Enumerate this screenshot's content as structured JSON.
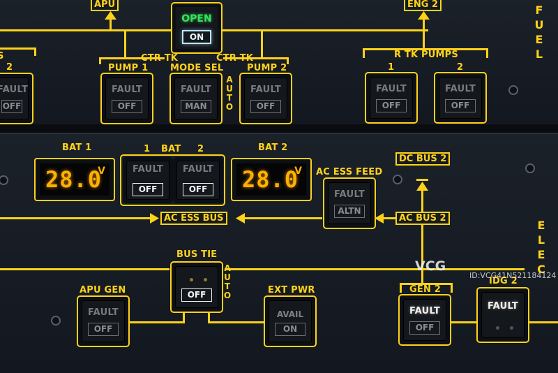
{
  "fuel": {
    "section_label": "FUEL",
    "apu_label": "APU",
    "eng2_label": "ENG 2",
    "left_cut_label": "S",
    "left_cut_num": "2",
    "ctr_tk_left": "CTR TK",
    "ctr_tk_right": "CTR TK",
    "xfeed": {
      "open": "OPEN",
      "on": "ON"
    },
    "pump1": {
      "label": "PUMP 1",
      "fault": "FAULT",
      "off": "OFF"
    },
    "mode_sel": {
      "label": "MODE SEL",
      "fault": "FAULT",
      "man": "MAN",
      "auto": "AUTO"
    },
    "pump2": {
      "label": "PUMP 2",
      "fault": "FAULT",
      "off": "OFF"
    },
    "left_cut_pb": {
      "fault": "FAULT",
      "off": "OFF"
    },
    "r_tk_pumps": {
      "label": "R TK PUMPS",
      "num1": "1",
      "num2": "2",
      "pb1": {
        "fault": "FAULT",
        "off": "OFF"
      },
      "pb2": {
        "fault": "FAULT",
        "off": "OFF"
      }
    }
  },
  "elec": {
    "section_label": "ELEC",
    "bat1": {
      "label": "BAT 1",
      "value": "28.0",
      "unit": "V"
    },
    "bat2": {
      "label": "BAT 2",
      "value": "28.0",
      "unit": "V"
    },
    "bat_pbs": {
      "label": "BAT",
      "num1": "1",
      "num2": "2",
      "pb1": {
        "fault": "FAULT",
        "off": "OFF"
      },
      "pb2": {
        "fault": "FAULT",
        "off": "OFF"
      }
    },
    "ac_ess_bus": "AC ESS BUS",
    "ac_ess_feed": {
      "label": "AC ESS FEED",
      "fault": "FAULT",
      "altn": "ALTN"
    },
    "dc_bus_2": "DC BUS 2",
    "ac_bus_2": "AC BUS 2",
    "bus_tie": {
      "label": "BUS TIE",
      "off": "OFF",
      "auto": "AUTO"
    },
    "apu_gen": {
      "label": "APU GEN",
      "fault": "FAULT",
      "off": "OFF"
    },
    "ext_pwr": {
      "label": "EXT PWR",
      "avail": "AVAIL",
      "on": "ON"
    },
    "gen2": {
      "label": "GEN 2",
      "fault": "FAULT",
      "off": "OFF"
    },
    "idg2": {
      "label": "IDG 2",
      "fault": "FAULT"
    }
  },
  "watermark": {
    "logo": "VCG",
    "id": "ID:VCG41N521184124"
  },
  "colors": {
    "legend": "#ffd21a",
    "panel": "#161b22",
    "lcd": "#ffb000",
    "xfeed_open": "#35e35a"
  }
}
